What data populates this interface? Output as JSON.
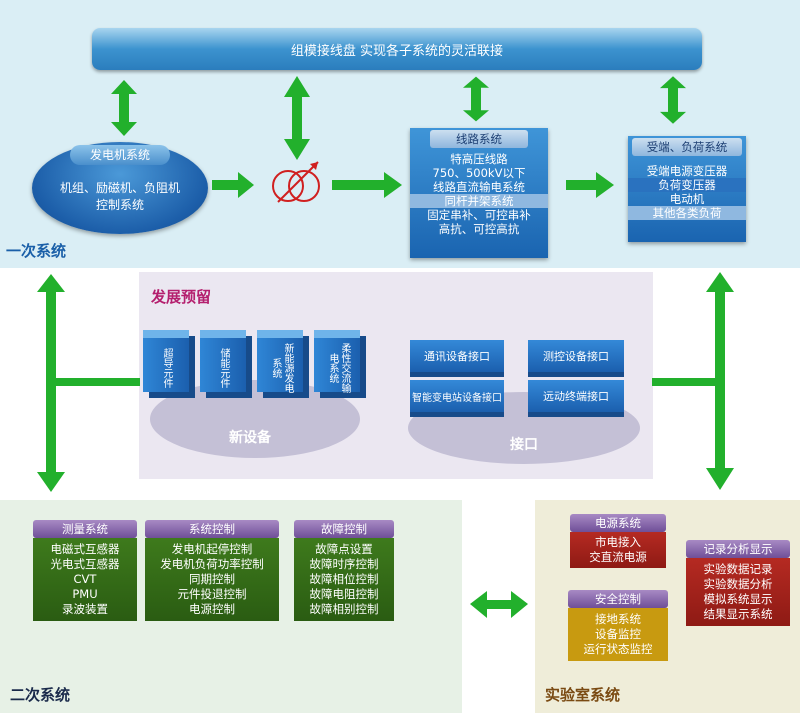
{
  "bus": {
    "label": "组模接线盘  实现各子系统的灵活联接"
  },
  "primary": {
    "zone_label": "一次系统",
    "generator": {
      "title": "发电机系统",
      "lines": [
        "机组、励磁机、负阻机",
        "控制系统"
      ]
    },
    "line_system": {
      "title": "线路系统",
      "rows": [
        "特高压线路",
        "750、500kV以下",
        "线路直流输电系统",
        "同杆并架系统",
        "固定串补、可控串补",
        "高抗、可控高抗"
      ]
    },
    "load_system": {
      "title": "受端、负荷系统",
      "rows": [
        "受端电源变压器",
        "负荷变压器",
        "电动机",
        "其他各类负荷"
      ]
    }
  },
  "development": {
    "title": "发展预留",
    "new_equipment": {
      "label": "新设备",
      "items": [
        "超导元件",
        "储能元件",
        "新能源发电系统",
        "柔性交流输电系统"
      ]
    },
    "interfaces": {
      "label": "接口",
      "items": [
        "通讯设备接口",
        "测控设备接口",
        "智能变电站设备接口",
        "远动终端接口"
      ]
    }
  },
  "secondary": {
    "zone_label": "二次系统",
    "measurement": {
      "title": "测量系统",
      "rows": [
        "电磁式互感器",
        "光电式互感器",
        "CVT",
        "PMU",
        "录波装置"
      ]
    },
    "control": {
      "title": "系统控制",
      "rows": [
        "发电机起停控制",
        "发电机负荷功率控制",
        "同期控制",
        "元件投退控制",
        "电源控制"
      ]
    },
    "fault": {
      "title": "故障控制",
      "rows": [
        "故障点设置",
        "故障时序控制",
        "故障相位控制",
        "故障电阻控制",
        "故障相别控制"
      ]
    }
  },
  "lab": {
    "zone_label": "实验室系统",
    "power": {
      "title": "电源系统",
      "rows": [
        "市电接入",
        "交直流电源"
      ]
    },
    "safety": {
      "title": "安全控制",
      "rows": [
        "接地系统",
        "设备监控",
        "运行状态监控"
      ]
    },
    "record": {
      "title": "记录分析显示",
      "rows": [
        "实验数据记录",
        "实验数据分析",
        "模拟系统显示",
        "结果显示系统"
      ]
    }
  },
  "colors": {
    "arrow": "#22b02c",
    "zone_label_primary": "#1a5fa8",
    "zone_label_secondary": "#1a2a4a",
    "zone_label_lab": "#7a4a12"
  }
}
